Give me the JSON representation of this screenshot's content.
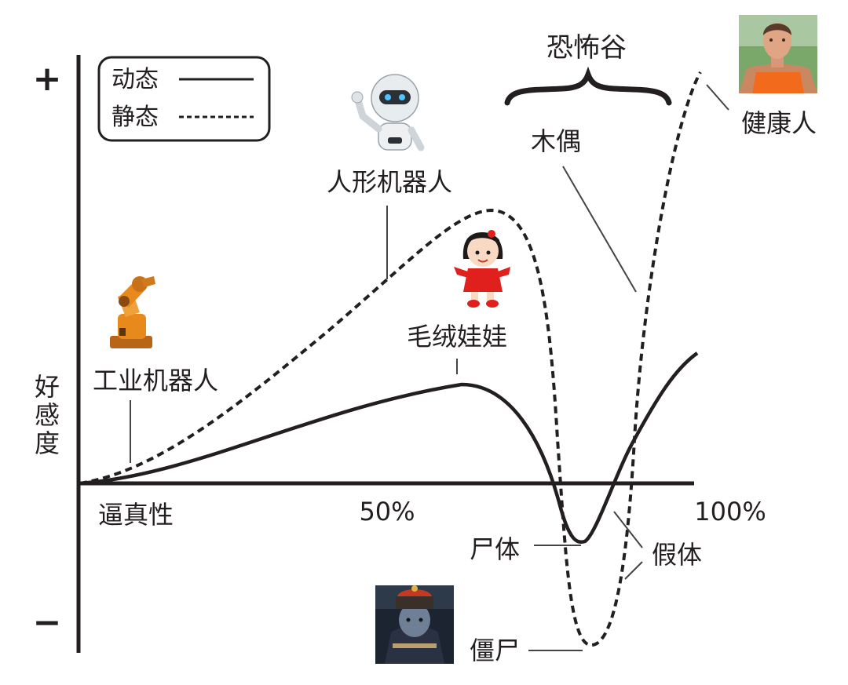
{
  "y_axis": {
    "label": "好感度",
    "plus_mark": "+",
    "minus_mark": "−"
  },
  "x_axis": {
    "label": "逼真性",
    "tick_50": "50%",
    "tick_100": "100%"
  },
  "legend": {
    "items": [
      {
        "label": "动态",
        "style": "solid"
      },
      {
        "label": "静态",
        "style": "dashed"
      }
    ]
  },
  "valley": {
    "label": "恐怖谷"
  },
  "labels": {
    "industrial_robot": "工业机器人",
    "humanoid_robot": "人形机器人",
    "stuffed_doll": "毛绒娃娃",
    "puppet": "木偶",
    "healthy_person": "健康人",
    "corpse": "尸体",
    "prosthesis": "假体",
    "zombie": "僵尸"
  },
  "colors": {
    "ink": "#231f20",
    "robot_orange": "#e8891c",
    "doll_red": "#e0201c"
  }
}
